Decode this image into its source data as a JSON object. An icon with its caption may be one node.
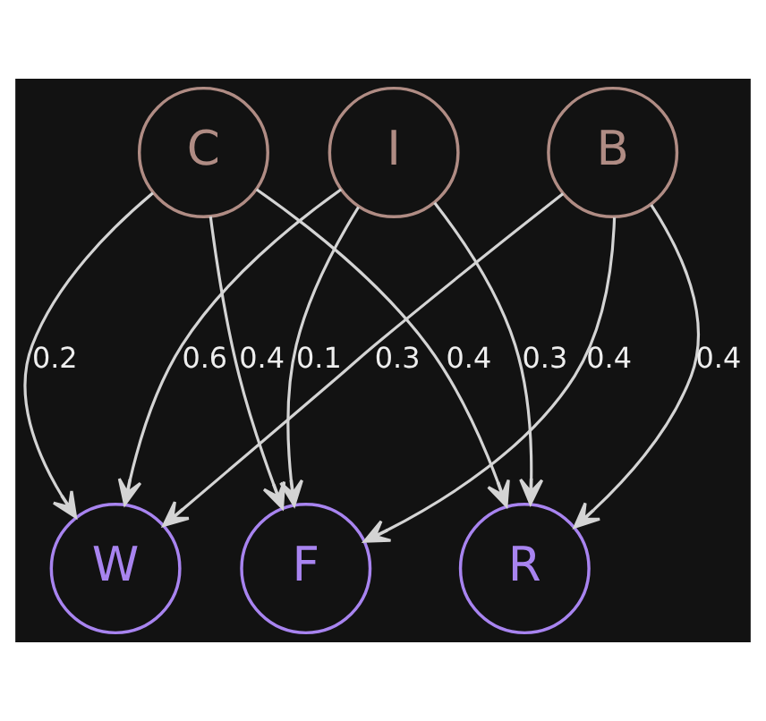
{
  "diagram": {
    "nodes": [
      {
        "text": [
          "C"
        ]
      },
      {
        "text": [
          "I"
        ]
      },
      {
        "text": [
          "B"
        ]
      },
      {
        "text": [
          "W"
        ]
      },
      {
        "text": [
          "F"
        ]
      },
      {
        "text": [
          "R"
        ]
      }
    ],
    "edges": [
      {
        "from": 0,
        "to": 3,
        "arrow": "to",
        "label": "0.2"
      },
      {
        "from": 0,
        "to": 4,
        "arrow": "to",
        "label": "0.4"
      },
      {
        "from": 0,
        "to": 5,
        "arrow": "to",
        "label": "0.4"
      },
      {
        "from": 1,
        "to": 3,
        "arrow": "to",
        "label": "0.6"
      },
      {
        "from": 1,
        "to": 4,
        "arrow": "to",
        "label": "0.1"
      },
      {
        "from": 1,
        "to": 5,
        "arrow": "to",
        "label": "0.3"
      },
      {
        "from": 2,
        "to": 3,
        "arrow": "to",
        "label": "0.3"
      },
      {
        "from": 2,
        "to": 4,
        "arrow": "to",
        "label": "0.4"
      },
      {
        "from": 2,
        "to": 5,
        "arrow": "to",
        "label": "0.4"
      }
    ]
  }
}
